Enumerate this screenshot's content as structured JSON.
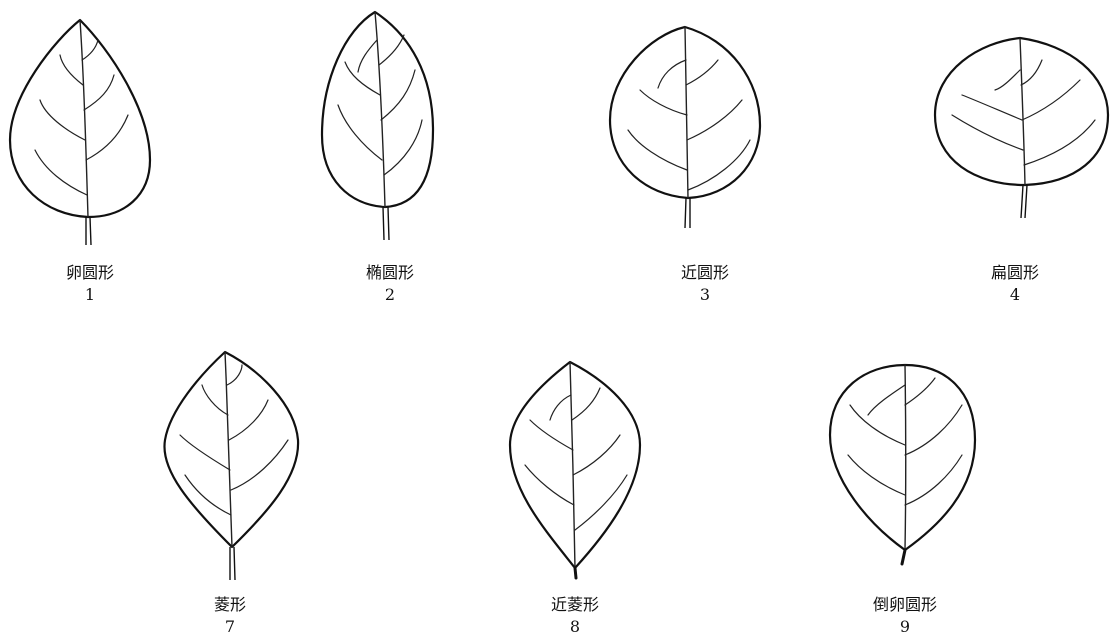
{
  "leaves": [
    {
      "name": "卵圆形",
      "number": "1"
    },
    {
      "name": "椭圆形",
      "number": "2"
    },
    {
      "name": "近圆形",
      "number": "3"
    },
    {
      "name": "扁圆形",
      "number": "4"
    },
    {
      "name": "菱形",
      "number": "7"
    },
    {
      "name": "近菱形",
      "number": "8"
    },
    {
      "name": "倒卵圆形",
      "number": "9"
    }
  ]
}
